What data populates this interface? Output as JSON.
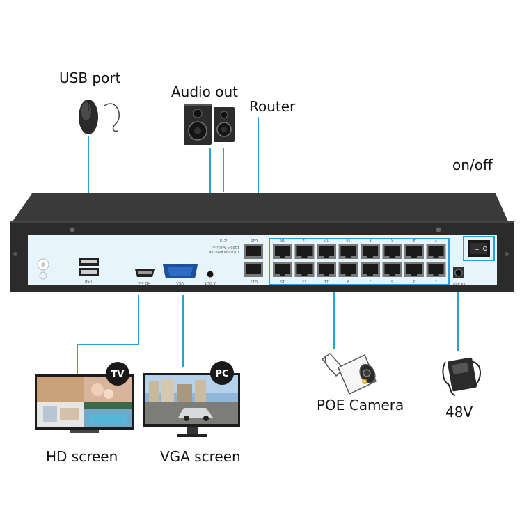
{
  "labels": {
    "usb": "USB port",
    "audio": "Audio out",
    "router": "Router",
    "power_switch": "on/off",
    "poe_camera": "POE Camera",
    "power_supply": "48V",
    "hd_screen": "HD screen",
    "vga_screen": "VGA screen"
  },
  "badges": {
    "tv": "TV",
    "pc": "PC"
  },
  "panel": {
    "uplink_top": "G18",
    "uplink_bottom": "G17",
    "speed_1": "1000M Act/Link",
    "speed_2": "10/100M Act/Link",
    "usb": "USB",
    "hdmi": "HD-out",
    "vga": "VGA",
    "audio": "A-OUT",
    "dc": "DC48V",
    "port_numbers_top": [
      "16",
      "14",
      "12",
      "10",
      "8",
      "6",
      "4",
      "2"
    ],
    "port_numbers_bottom": [
      "15",
      "13",
      "11",
      "9",
      "7",
      "5",
      "3",
      "1"
    ]
  },
  "colors": {
    "wire": "#2aa0d8",
    "panel": "#e8f4fb",
    "chassis": "#2b2b2b"
  },
  "icons": [
    "mouse-icon",
    "speakers-icon",
    "camera-icon",
    "power-adapter-icon",
    "tv-monitor-icon",
    "pc-monitor-icon"
  ]
}
